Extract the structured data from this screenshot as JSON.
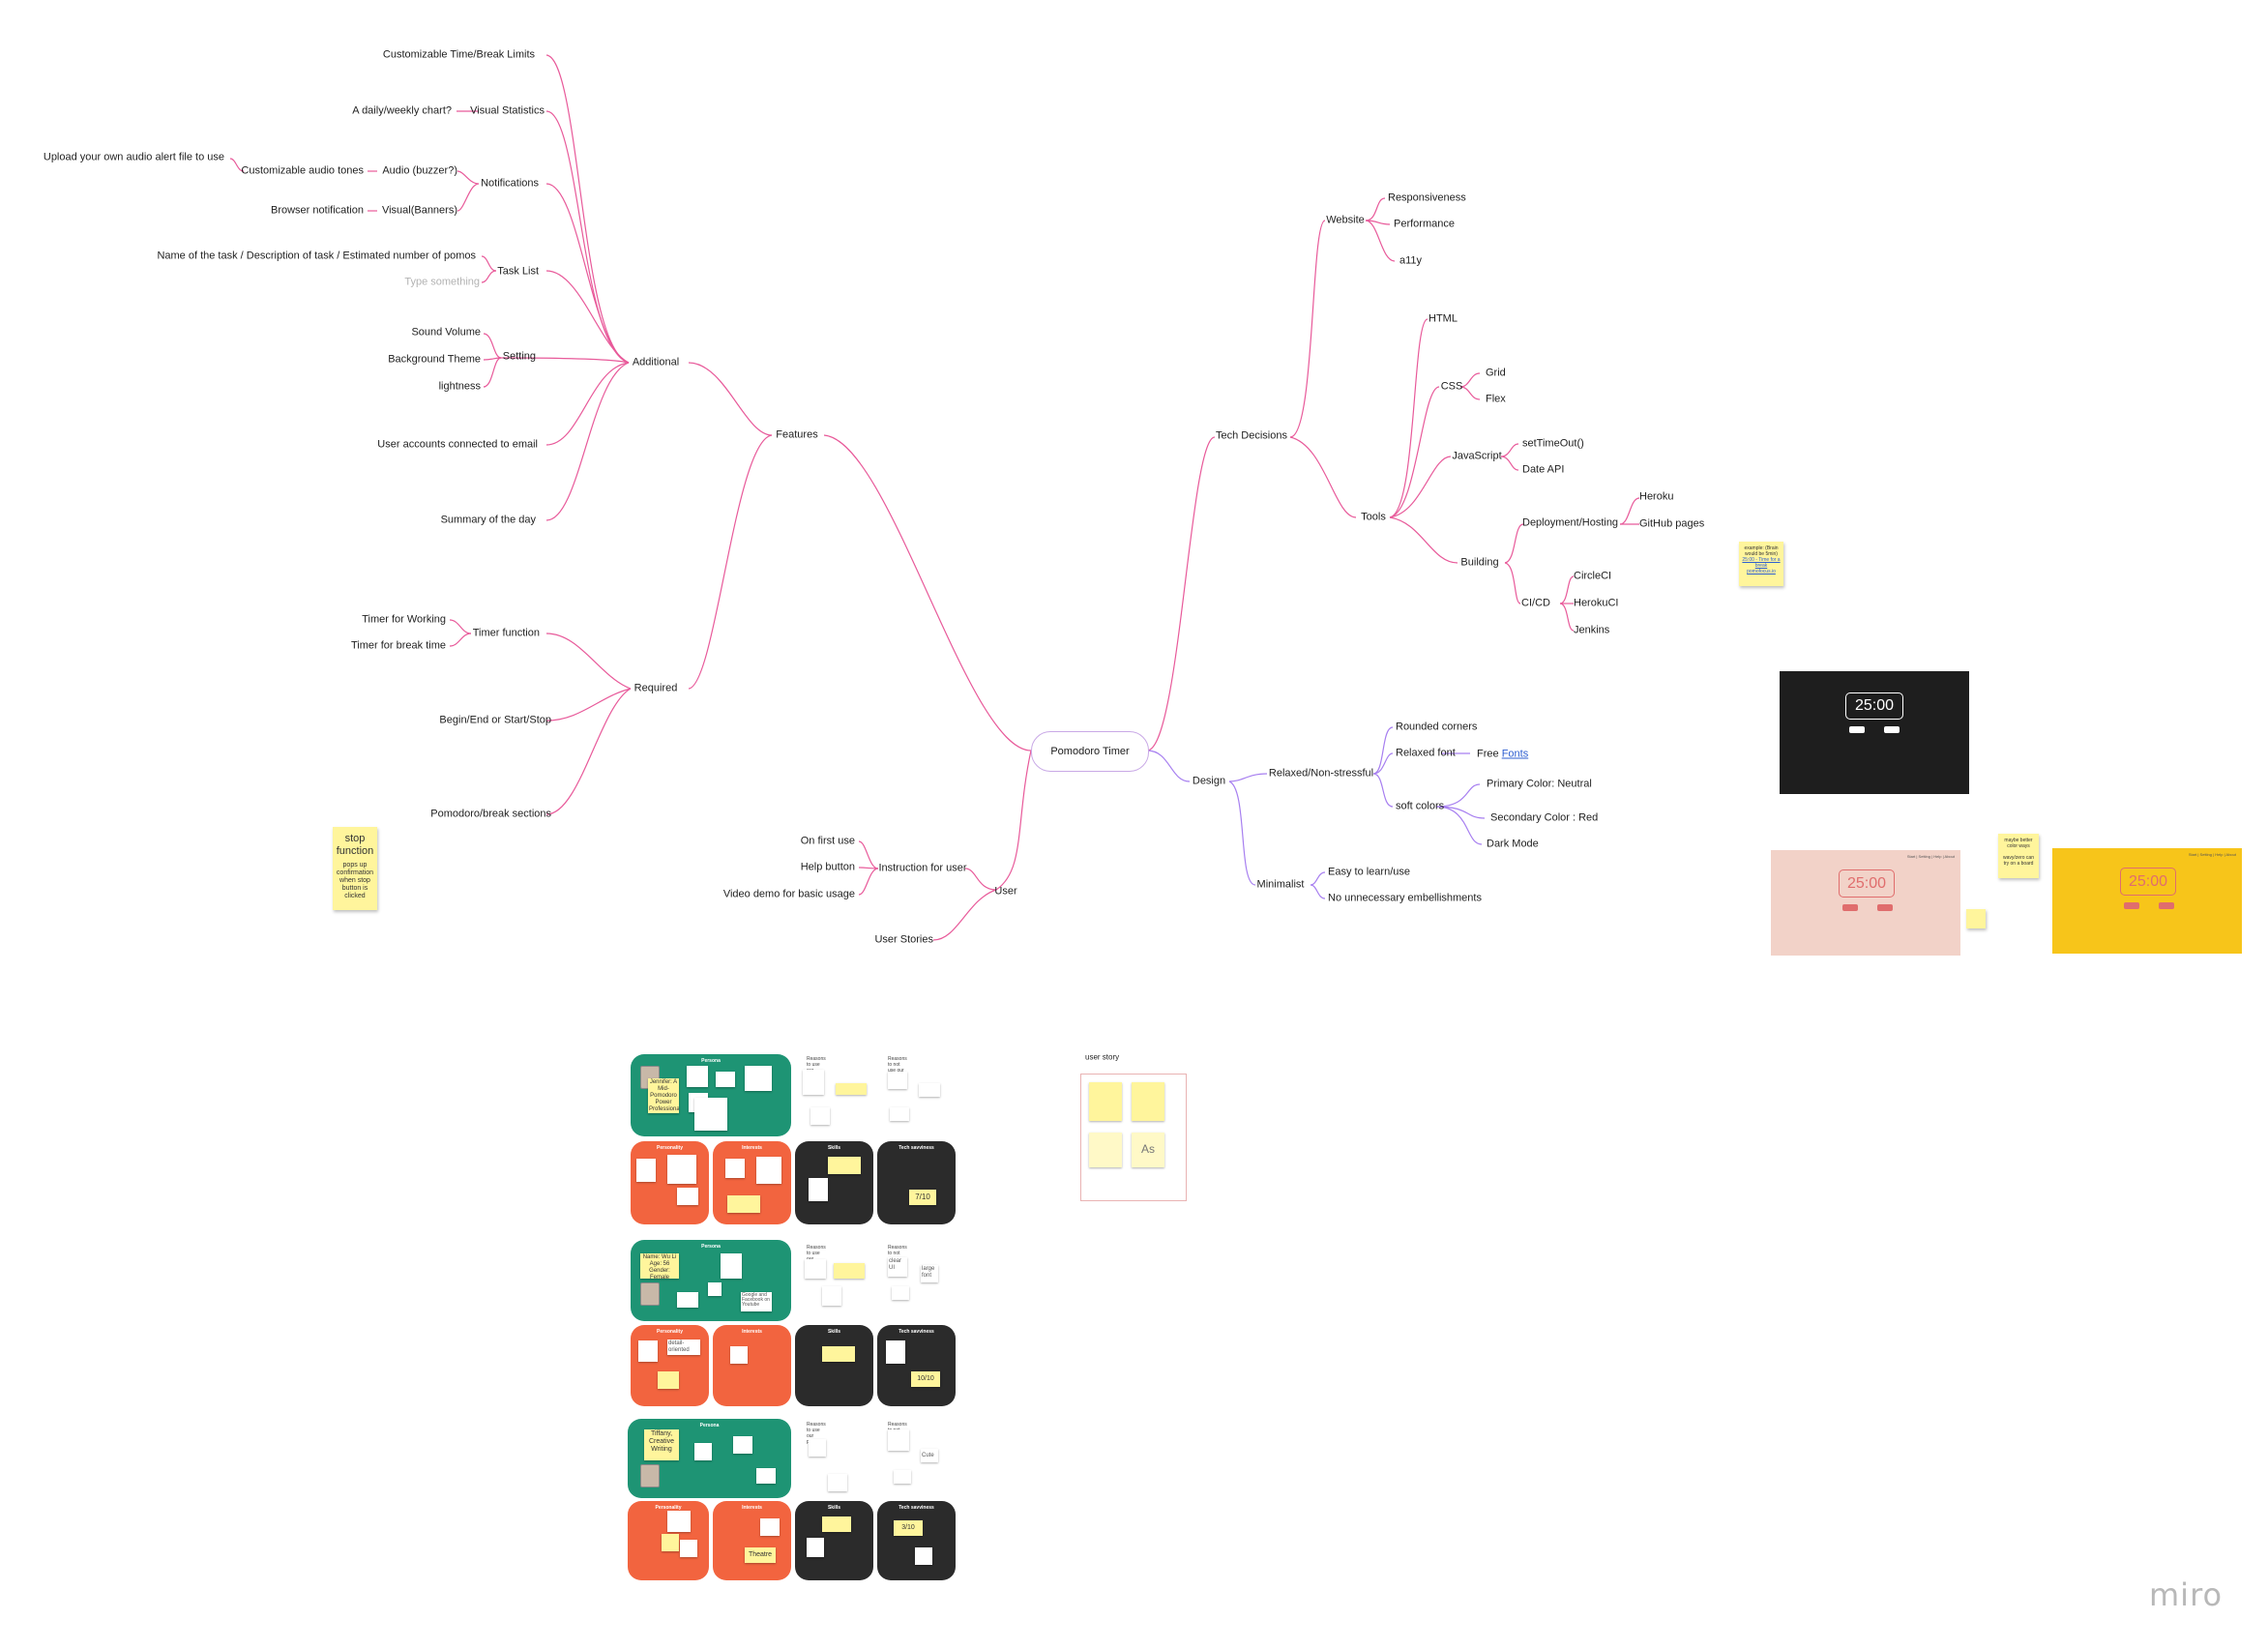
{
  "mindmap": {
    "root": "Pomodoro Timer",
    "features": {
      "label": "Features",
      "additional": {
        "label": "Additional",
        "customizable_limits": "Customizable Time/Break Limits",
        "visual_statistics": "Visual Statistics",
        "chart": "A daily/weekly chart?",
        "notifications": "Notifications",
        "audio": "Audio (buzzer?)",
        "audio_tones": "Customizable audio tones",
        "upload_audio": "Upload your own audio alert file to use",
        "visual": "Visual(Banners)",
        "browser_notification": "Browser notification",
        "task_list": "Task List",
        "task_desc": "Name of the task / Description of task / Estimated number of pomos",
        "type_placeholder": "Type something",
        "setting": "Setting",
        "sound_volume": "Sound Volume",
        "background_theme": "Background Theme",
        "lightness": "lightness",
        "user_accounts": "User accounts connected to email",
        "summary": "Summary of the day"
      },
      "required": {
        "label": "Required",
        "timer_function": "Timer function",
        "timer_working": "Timer for Working",
        "timer_break": "Timer for break time",
        "begin_end": "Begin/End or Start/Stop",
        "sections": "Pomodoro/break sections"
      }
    },
    "user": {
      "label": "User",
      "instruction": "Instruction for user",
      "first_use": "On first use",
      "help_button": "Help button",
      "video_demo": "Video demo for basic usage",
      "user_stories": "User Stories"
    },
    "tech": {
      "label": "Tech Decisions",
      "website": "Website",
      "responsiveness": "Responsiveness",
      "performance": "Performance",
      "a11y": "a11y",
      "tools": "Tools",
      "html": "HTML",
      "css": "CSS",
      "grid": "Grid",
      "flex": "Flex",
      "javascript": "JavaScript",
      "settimeout": "setTimeOut()",
      "date_api": "Date API",
      "building": "Building",
      "deployment": "Deployment/Hosting",
      "heroku": "Heroku",
      "github_pages": "GitHub pages",
      "cicd": "CI/CD",
      "circleci": "CircleCI",
      "herokuci": "HerokuCI",
      "jenkins": "Jenkins"
    },
    "design": {
      "label": "Design",
      "relaxed": "Relaxed/Non-stressful",
      "rounded": "Rounded corners",
      "relaxed_font": "Relaxed font",
      "free_prefix": "Free",
      "fonts_link": "Fonts",
      "soft_colors": "soft colors",
      "primary_color": "Primary Color: Neutral",
      "secondary_color": "Secondary Color : Red",
      "dark_mode": "Dark Mode",
      "minimalist": "Minimalist",
      "easy": "Easy to learn/use",
      "no_embellish": "No unnecessary embellishments"
    }
  },
  "stickies": {
    "stop": {
      "title": "stop function",
      "body": "pops up confirmation when stop button is clicked"
    },
    "example": {
      "text": "example: (Brain would be 5min)",
      "link": "25:00 - Time for a break",
      "link2": "pomofocus.io"
    },
    "maybe": {
      "text": "maybe better color ways",
      "text2": "wavy/zero can try on a board"
    }
  },
  "mockups": {
    "timer_value": "25:00",
    "nav_text": "Start | Setting | Help | About"
  },
  "personas": {
    "panel_persona": "Persona",
    "panel_personality": "Personality",
    "panel_interests": "Interests",
    "panel_skills": "Skills",
    "panel_tech": "Tech savviness",
    "reasons_use": "Reasons to use our product",
    "reasons_not": "Reasons to not use our product",
    "p1_sticky": "Jennifer: A Mid-Pomodoro Power Professional",
    "p1_score": "7/10",
    "p2_sticky": "Name: Wu Li Age: 56 Gender: Female",
    "p2_note": "Google and Facebook on Youtube",
    "p2_detail": "detail-oriented",
    "p2_score": "10/10",
    "p2_clear": "clear UI",
    "p2_large": "large font",
    "p3_sticky": "Tiffany, Creative Writing",
    "p3_cute": "Cute",
    "p3_theatre": "Theatre",
    "p3_score": "3/10"
  },
  "user_story": {
    "title": "user story",
    "as": "As"
  },
  "watermark": "miro",
  "colors": {
    "branch_pink": "#e85a9a",
    "branch_purple": "#a77ff0",
    "persona_green": "#1e9474",
    "persona_orange": "#f2643f",
    "panel_dark": "#2b2b2b",
    "sticky_yellow": "#fff59c"
  }
}
